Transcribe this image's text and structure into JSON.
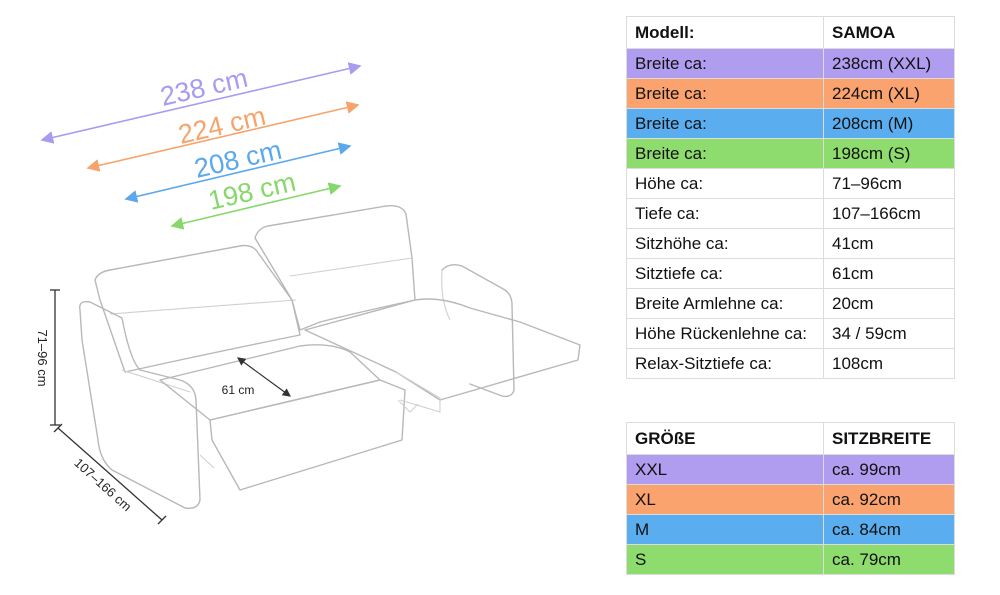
{
  "dimensions": {
    "widths": [
      {
        "label": "238 cm",
        "color": "#a89bf0"
      },
      {
        "label": "224 cm",
        "color": "#f6a46c"
      },
      {
        "label": "208 cm",
        "color": "#5ba8ec"
      },
      {
        "label": "198 cm",
        "color": "#86d86a"
      }
    ],
    "height_label": "71–96 cm",
    "depth_label": "107–166 cm",
    "seat_depth_label": "61 cm"
  },
  "specs": {
    "header": [
      "Modell:",
      "SAMOA"
    ],
    "rows": [
      {
        "label": "Breite ca:",
        "value": "238cm (XXL)",
        "color": "#b09df0"
      },
      {
        "label": "Breite ca:",
        "value": "224cm (XL)",
        "color": "#fba36e"
      },
      {
        "label": "Breite ca:",
        "value": "208cm (M)",
        "color": "#5aaef0"
      },
      {
        "label": "Breite ca:",
        "value": "198cm (S)",
        "color": "#8edb6e"
      },
      {
        "label": "Höhe ca:",
        "value": "71–96cm"
      },
      {
        "label": "Tiefe ca:",
        "value": "107–166cm"
      },
      {
        "label": "Sitzhöhe ca:",
        "value": "41cm"
      },
      {
        "label": "Sitztiefe ca:",
        "value": "61cm"
      },
      {
        "label": "Breite Armlehne ca:",
        "value": "20cm"
      },
      {
        "label": "Höhe Rückenlehne ca:",
        "value": "34 / 59cm"
      },
      {
        "label": "Relax-Sitztiefe ca:",
        "value": "108cm"
      }
    ]
  },
  "sizes": {
    "header": [
      "GRÖßE",
      "SITZBREITE"
    ],
    "rows": [
      {
        "size": "XXL",
        "width": "ca. 99cm"
      },
      {
        "size": "XL",
        "width": "ca. 92cm"
      },
      {
        "size": "M",
        "width": "ca. 84cm"
      },
      {
        "size": "S",
        "width": "ca. 79cm"
      }
    ]
  }
}
